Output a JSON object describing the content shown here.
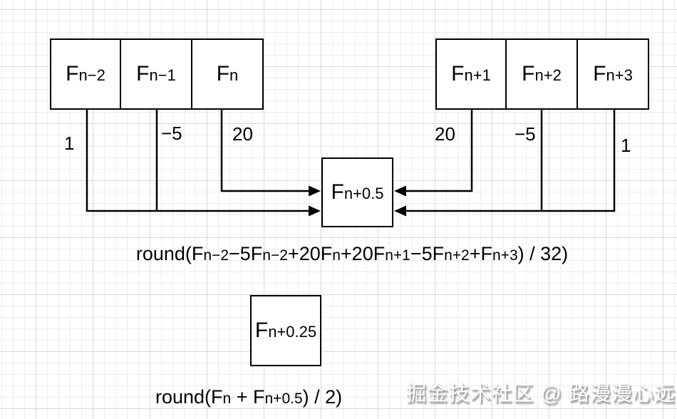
{
  "colors": {
    "background": "#ffffff",
    "grid_minor": "#ededed",
    "grid_major": "#d9d9d9",
    "stroke": "#000000",
    "box_fill": "#ffffff",
    "text": "#000000",
    "watermark_text": "#ffffff",
    "watermark_shadow": "#8f8f8f"
  },
  "diagram": {
    "left_group": {
      "boxes": [
        {
          "label": [
            {
              "t": "F"
            },
            {
              "t": "n−2",
              "sub": true
            }
          ]
        },
        {
          "label": [
            {
              "t": "F"
            },
            {
              "t": "n−1",
              "sub": true
            }
          ]
        },
        {
          "label": [
            {
              "t": "F"
            },
            {
              "t": "n",
              "sub": true
            }
          ]
        }
      ]
    },
    "right_group": {
      "boxes": [
        {
          "label": [
            {
              "t": "F"
            },
            {
              "t": "n+1",
              "sub": true
            }
          ]
        },
        {
          "label": [
            {
              "t": "F"
            },
            {
              "t": "n+2",
              "sub": true
            }
          ]
        },
        {
          "label": [
            {
              "t": "F"
            },
            {
              "t": "n+3",
              "sub": true
            }
          ]
        }
      ]
    },
    "center_box": {
      "label": [
        {
          "t": "F"
        },
        {
          "t": "n+0.5",
          "sub": true
        }
      ]
    },
    "quarter_box": {
      "label": [
        {
          "t": "F"
        },
        {
          "t": "n+0.25",
          "sub": true
        }
      ]
    },
    "coefficients": {
      "left": [
        "1",
        "−5",
        "20"
      ],
      "right": [
        "20",
        "−5",
        "1"
      ]
    },
    "formulas": {
      "half": [
        {
          "t": "round("
        },
        {
          "t": "F"
        },
        {
          "t": "n−2",
          "sub": true
        },
        {
          "t": "−5F"
        },
        {
          "t": "n−2",
          "sub": true
        },
        {
          "t": "+20F"
        },
        {
          "t": "n",
          "sub": true
        },
        {
          "t": "+20F"
        },
        {
          "t": "n+1",
          "sub": true
        },
        {
          "t": "−5F"
        },
        {
          "t": "n+2",
          "sub": true
        },
        {
          "t": "+F"
        },
        {
          "t": "n+3",
          "sub": true
        },
        {
          "t": ") / 32)"
        }
      ],
      "quarter": [
        {
          "t": "round(F"
        },
        {
          "t": "n",
          "sub": true
        },
        {
          "t": " + F"
        },
        {
          "t": "n+0.5",
          "sub": true
        },
        {
          "t": ") / 2)"
        }
      ]
    },
    "watermark": "掘金技术社区 @ 路漫漫心远"
  }
}
